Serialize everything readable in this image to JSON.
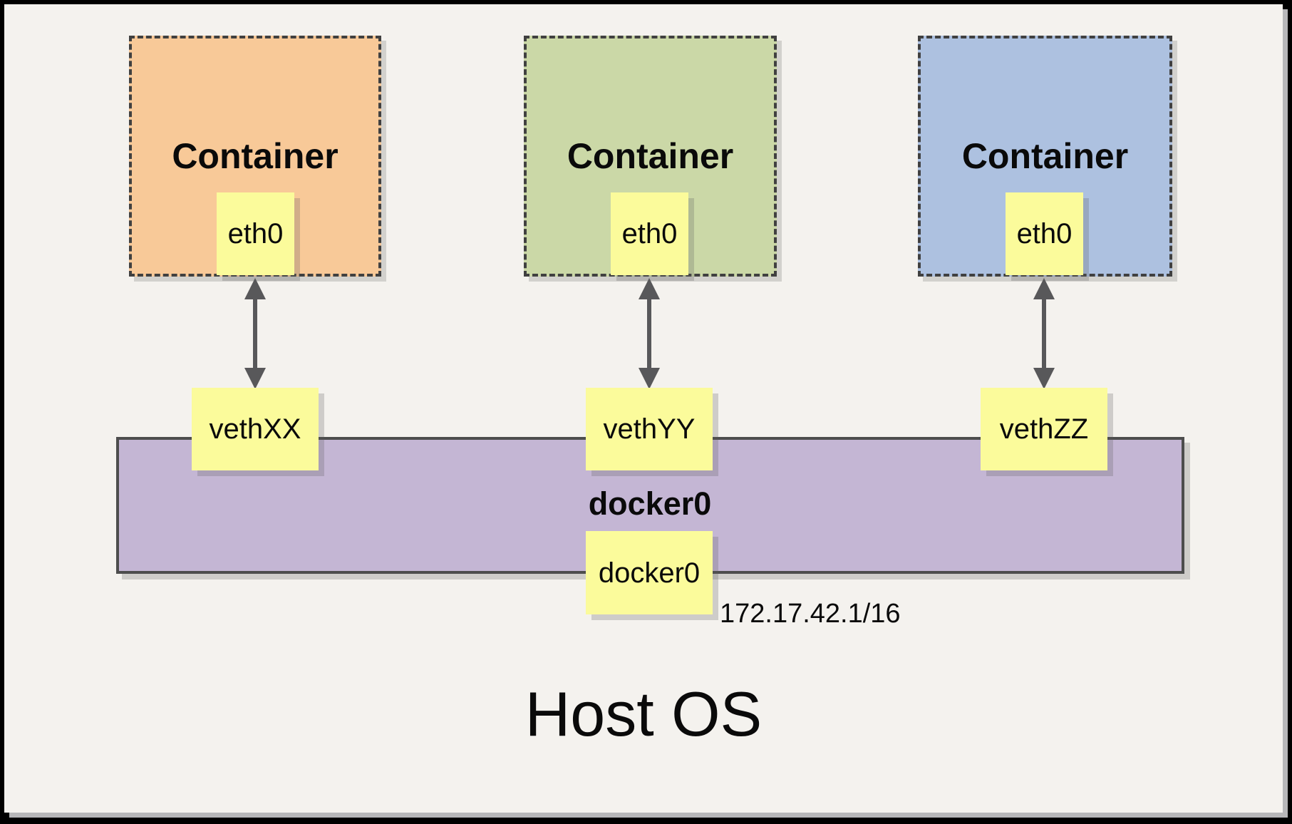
{
  "host": {
    "label": "Host OS",
    "bridge_ip": "172.17.42.1/16"
  },
  "bridge": {
    "name": "docker0",
    "interface_box_label": "docker0",
    "fill": "#c4b6d4",
    "border_color": "#4d4d4d"
  },
  "containers": [
    {
      "title": "Container",
      "eth_label": "eth0",
      "veth_label": "vethXX",
      "fill": "#f8c998"
    },
    {
      "title": "Container",
      "eth_label": "eth0",
      "veth_label": "vethYY",
      "fill": "#cbd8a7"
    },
    {
      "title": "Container",
      "eth_label": "eth0",
      "veth_label": "vethZZ",
      "fill": "#adc1e0"
    }
  ],
  "styles": {
    "canvas_background": "#f4f2ee",
    "interface_box_fill": "#fbfb9b",
    "dashed_border_color": "#404040",
    "arrow_color": "#58585a",
    "frame_border_color": "#000000",
    "shadow_color": "#b7b7b9"
  }
}
